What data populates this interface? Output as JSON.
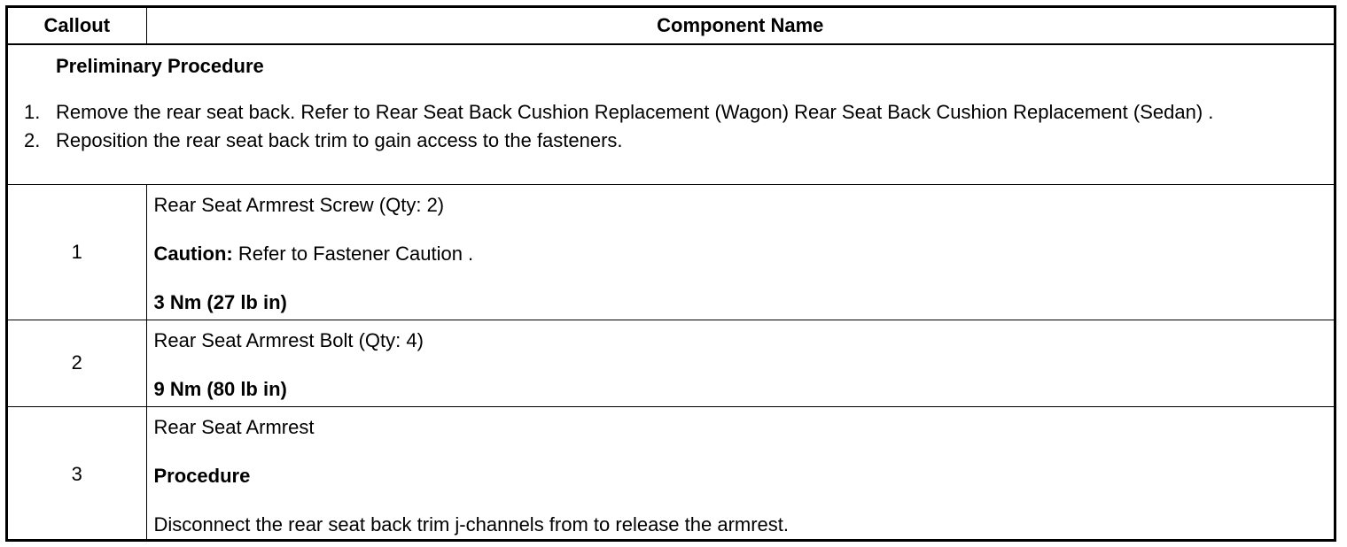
{
  "headers": {
    "callout": "Callout",
    "component": "Component Name"
  },
  "preliminary": {
    "title": "Preliminary Procedure",
    "steps": [
      {
        "num": "1.",
        "text": "Remove the rear seat back. Refer to Rear Seat Back Cushion Replacement (Wagon) Rear Seat Back Cushion Replacement (Sedan) ."
      },
      {
        "num": "2.",
        "text": "Reposition the rear seat back trim to gain access to the fasteners."
      }
    ]
  },
  "rows": [
    {
      "callout": "1",
      "name": "Rear Seat Armrest Screw (Qty: 2)",
      "caution_label": "Caution:",
      "caution_text": " Refer to Fastener Caution .",
      "torque": "3 Nm (27 lb in)"
    },
    {
      "callout": "2",
      "name": "Rear Seat Armrest Bolt (Qty: 4)",
      "torque": "9 Nm (80 lb in)"
    },
    {
      "callout": "3",
      "name": "Rear Seat Armrest",
      "procedure_label": "Procedure",
      "procedure_text": "Disconnect the rear seat back trim j-channels from to release the armrest."
    }
  ]
}
